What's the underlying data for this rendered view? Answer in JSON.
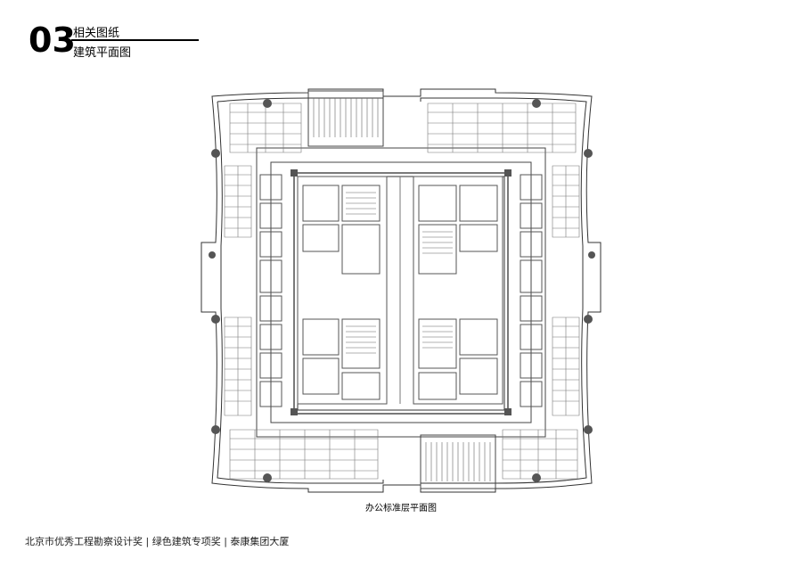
{
  "header": {
    "number": "03",
    "title": "相关图纸",
    "subtitle": "建筑平面图"
  },
  "plan": {
    "caption": "办公标准层平面图"
  },
  "footer": {
    "text": "北京市优秀工程勘察设计奖 | 绿色建筑专项奖 | 泰康集团大厦"
  }
}
